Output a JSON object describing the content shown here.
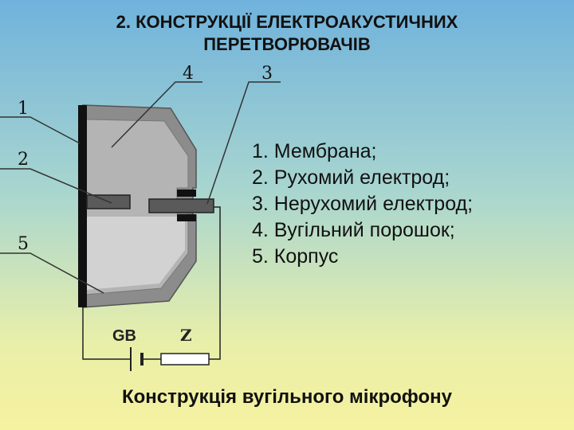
{
  "title": {
    "line1": "2. КОНСТРУКЦІЇ ЕЛЕКТРОАКУСТИЧНИХ",
    "line2": "ПЕРЕТВОРЮВАЧІВ"
  },
  "diagram": {
    "callouts": [
      "1",
      "2",
      "5",
      "4",
      "3"
    ],
    "circuit_labels": {
      "battery": "GB",
      "load": "Z"
    },
    "colors": {
      "body_fill": "#8c8c8c",
      "powder_fill": "#b4b4b4",
      "inner_fill": "#d2d2d2",
      "membrane": "#111111"
    }
  },
  "legend": [
    "1. Мембрана;",
    "2. Рухомий електрод;",
    "3. Нерухомий електрод;",
    "4. Вугільний порошок;",
    "5. Корпус"
  ],
  "caption": "Конструкція вугільного мікрофону"
}
